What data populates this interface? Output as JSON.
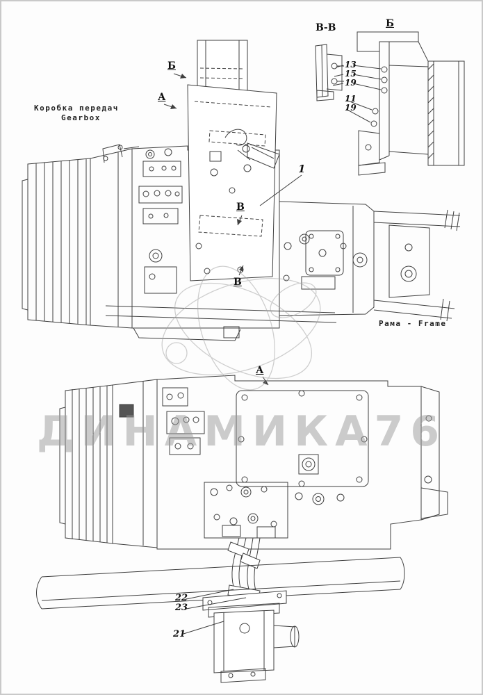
{
  "watermark": {
    "text": "ДИНАМИКА76"
  },
  "labels": {
    "gearbox_ru": "Коробка передач",
    "gearbox_en": "Gearbox",
    "frame": "Рама - Frame"
  },
  "view_labels": {
    "section_vv": "В-В",
    "view_b_detail": "Б",
    "view_b_arrow": "Б",
    "view_a_top": "А",
    "view_a_bottom": "А",
    "section_v_upper": "В",
    "section_v_lower": "В"
  },
  "callouts": {
    "part_1": "1",
    "part_13": "13",
    "part_15": "15",
    "part_19a": "19",
    "part_11": "11",
    "part_19b": "19",
    "part_22": "22",
    "part_23": "23",
    "part_21": "21"
  },
  "colors": {
    "line": "#3f3f3f",
    "watermark": "#9a9a9a",
    "background": "#fdfdfd",
    "page_border": "#c9c9c9"
  }
}
